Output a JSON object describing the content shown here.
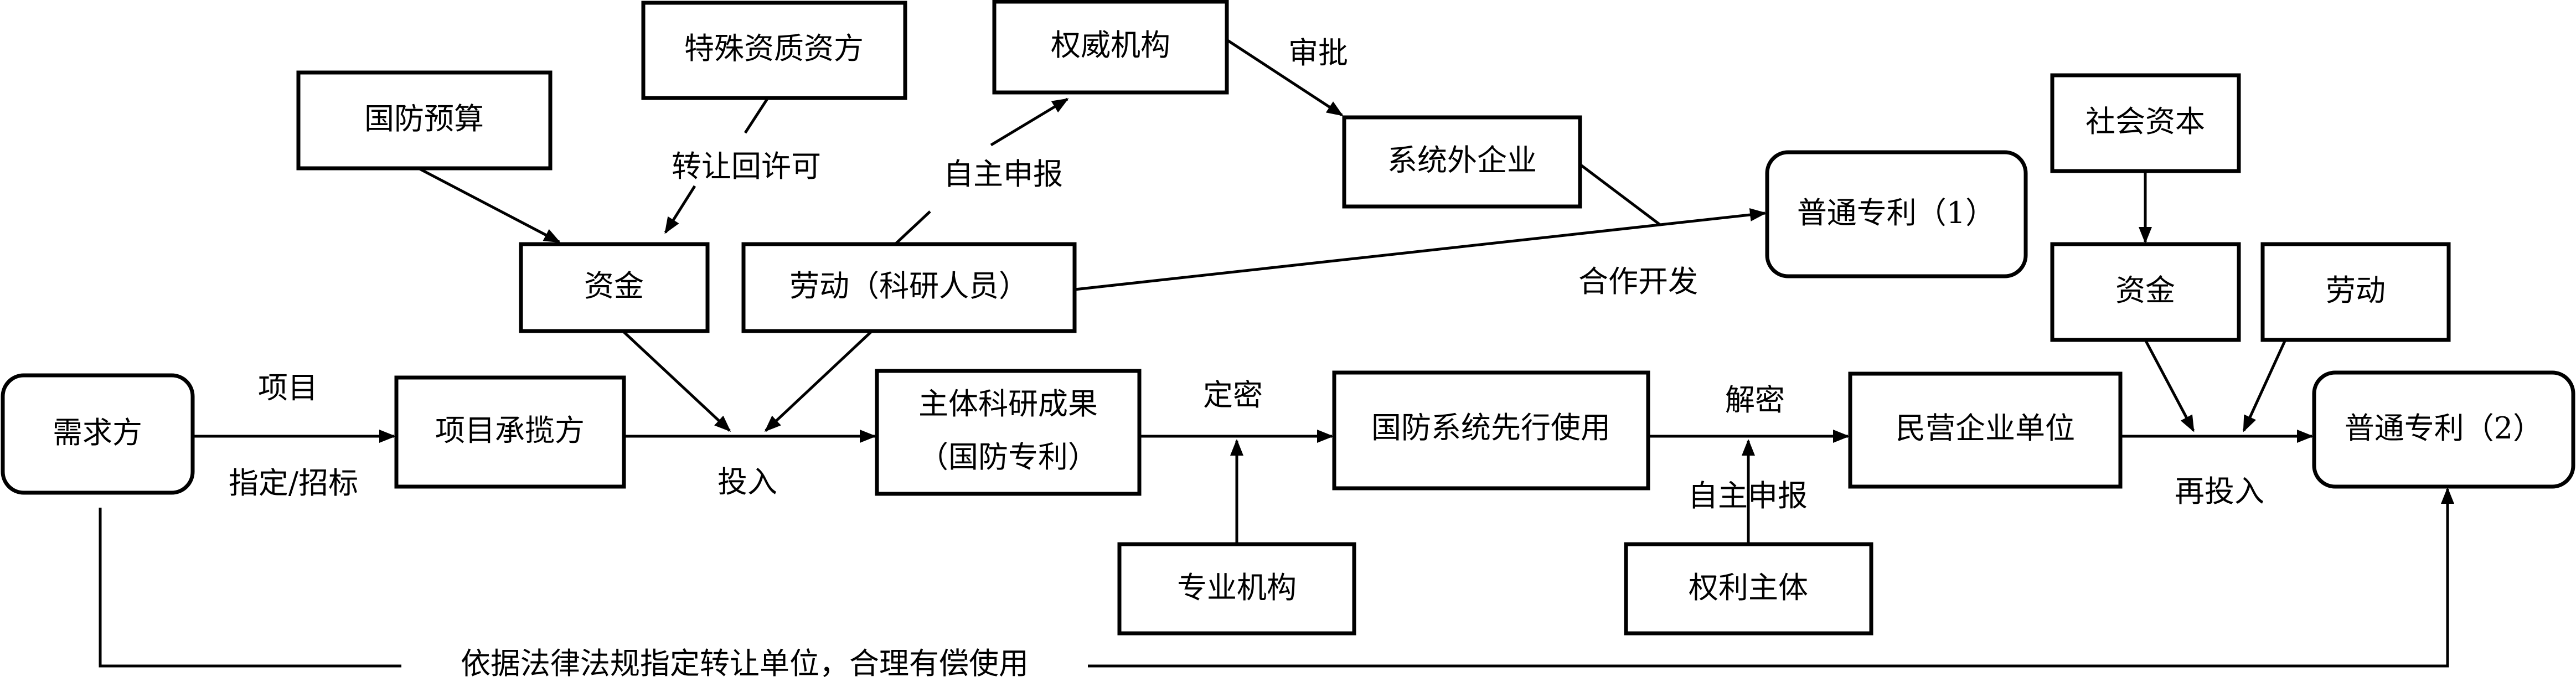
{
  "nodes": {
    "demand": "需求方",
    "contractor": "项目承揽方",
    "main_result_line1": "主体科研成果",
    "main_result_line2": "（国防专利）",
    "defense_first_use": "国防系统先行使用",
    "private_enterprise": "民营企业单位",
    "patent_2": "普通专利（2）",
    "defense_budget": "国防预算",
    "special_qualification": "特殊资质资方",
    "funds_left": "资金",
    "labor_researchers": "劳动（科研人员）",
    "authority": "权威机构",
    "external_enterprise": "系统外企业",
    "patent_1": "普通专利（1）",
    "professional_agency": "专业机构",
    "rights_holder": "权利主体",
    "social_capital": "社会资本",
    "funds_right": "资金",
    "labor_right": "劳动"
  },
  "labels": {
    "project": "项目",
    "designate_tender": "指定/招标",
    "invest": "投入",
    "transfer_license": "转让回许可",
    "self_report_top": "自主申报",
    "approval": "审批",
    "cooperative_development": "合作开发",
    "classify": "定密",
    "declassify": "解密",
    "self_report_bottom": "自主申报",
    "reinvest": "再投入",
    "bottom_route": "依据法律法规指定转让单位，合理有偿使用"
  }
}
